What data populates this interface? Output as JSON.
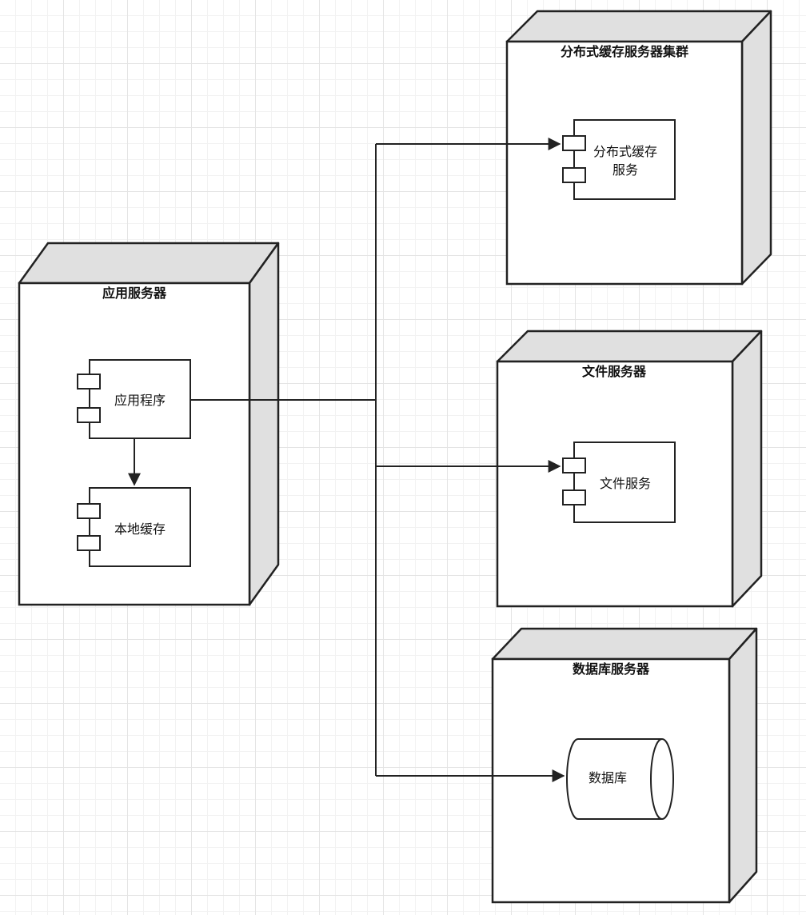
{
  "nodes": {
    "app_server": {
      "title": "应用服务器"
    },
    "cache_cluster": {
      "title": "分布式缓存服务器集群"
    },
    "file_server": {
      "title": "文件服务器"
    },
    "db_server": {
      "title": "数据库服务器"
    }
  },
  "components": {
    "app_program": {
      "label": "应用程序"
    },
    "local_cache": {
      "label": "本地缓存"
    },
    "dist_cache_service": {
      "line1": "分布式缓存",
      "line2": "服务"
    },
    "file_service": {
      "label": "文件服务"
    },
    "database": {
      "label": "数据库"
    }
  }
}
